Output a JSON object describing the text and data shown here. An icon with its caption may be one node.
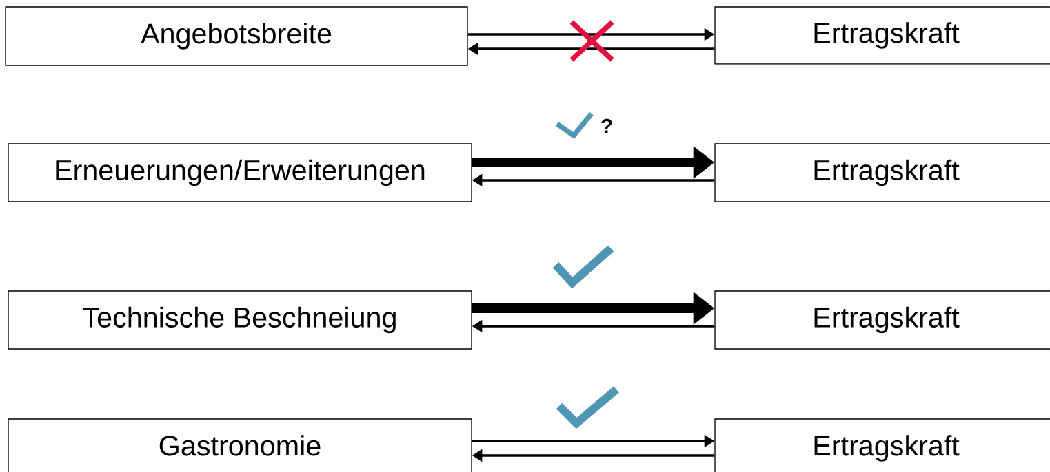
{
  "diagram": {
    "nodes": [
      {
        "text": [
          "Angebotsbreite"
        ]
      },
      {
        "text": [
          "Ertragskraft"
        ]
      },
      {
        "text": [
          "Erneuerungen/Erweiterungen"
        ]
      },
      {
        "text": [
          "Ertragskraft"
        ]
      },
      {
        "text": [
          "Technische Beschneiung"
        ]
      },
      {
        "text": [
          "Ertragskraft"
        ]
      },
      {
        "text": [
          "Gastronomie"
        ]
      },
      {
        "text": [
          "Ertragskraft"
        ]
      }
    ],
    "edges": [
      {
        "from": 0,
        "to": 1,
        "arrow": "to"
      },
      {
        "from": 1,
        "to": 0,
        "arrow": "to"
      },
      {
        "from": 2,
        "to": 3,
        "arrow": "to",
        "style": "thick"
      },
      {
        "from": 3,
        "to": 2,
        "arrow": "to"
      },
      {
        "from": 4,
        "to": 5,
        "arrow": "to",
        "style": "thick"
      },
      {
        "from": 5,
        "to": 4,
        "arrow": "to"
      },
      {
        "from": 6,
        "to": 7,
        "arrow": "to"
      },
      {
        "from": 7,
        "to": 6,
        "arrow": "to"
      }
    ],
    "labels": [
      "?"
    ]
  }
}
